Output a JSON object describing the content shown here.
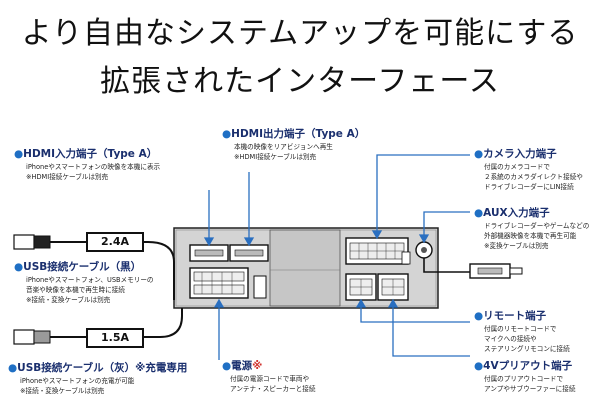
{
  "headline": {
    "line1": "より自由なシステムアップを可能にする",
    "line2": "拡張されたインターフェース"
  },
  "callouts": {
    "hdmi_in": {
      "title": "HDMI入力端子（Type A）",
      "lines": [
        "iPhoneやスマートフォンの映像を本機に表示",
        "※HDMI接続ケーブルは別売"
      ]
    },
    "hdmi_out": {
      "title": "HDMI出力端子（Type A）",
      "lines": [
        "本機の映像をリアビジョンへ再生",
        "※HDMI接続ケーブルは別売"
      ]
    },
    "camera": {
      "title": "カメラ入力端子",
      "lines": [
        "付属のカメラコードで",
        "２系統のカメラダイレクト接続や",
        "ドライブレコーダーにLIN接続"
      ]
    },
    "aux": {
      "title": "AUX入力端子",
      "lines": [
        "ドライブレコーダーやゲームなどの",
        "外部機器映像を本機で再生可能",
        "※変換ケーブルは別売"
      ]
    },
    "usb_black": {
      "title": "USB接続ケーブル（黒）",
      "lines": [
        "iPhoneやスマートフォン、USBメモリーの",
        "音楽や映像を本機で再生時に接続",
        "※接続・変換ケーブルは別売"
      ]
    },
    "usb_gray": {
      "title": "USB接続ケーブル（灰）",
      "title_suffix": "※充電専用",
      "lines": [
        "iPhoneやスマートフォンの充電が可能",
        "※接続・変換ケーブルは別売"
      ]
    },
    "remote": {
      "title": "リモート端子",
      "lines": [
        "付属のリモートコードで",
        "マイクへの接続や",
        "ステアリングリモコンに接続"
      ]
    },
    "power": {
      "title": "電源",
      "mark": "※",
      "lines": [
        "付属の電源コードで車両や",
        "アンテナ・スピーカーと接続"
      ]
    },
    "preout": {
      "title": "4Vプリアウト端子",
      "lines": [
        "付属のプリアウトコードで",
        "アンプやサブウーファーに接続"
      ]
    }
  },
  "amperage": {
    "top": "2.4A",
    "bottom": "1.5A"
  },
  "dot": "●",
  "colors": {
    "title": "#1a2f6e",
    "accent": "#1f6fc4",
    "warning": "#d0312d",
    "unit": "#d4d4d4"
  }
}
